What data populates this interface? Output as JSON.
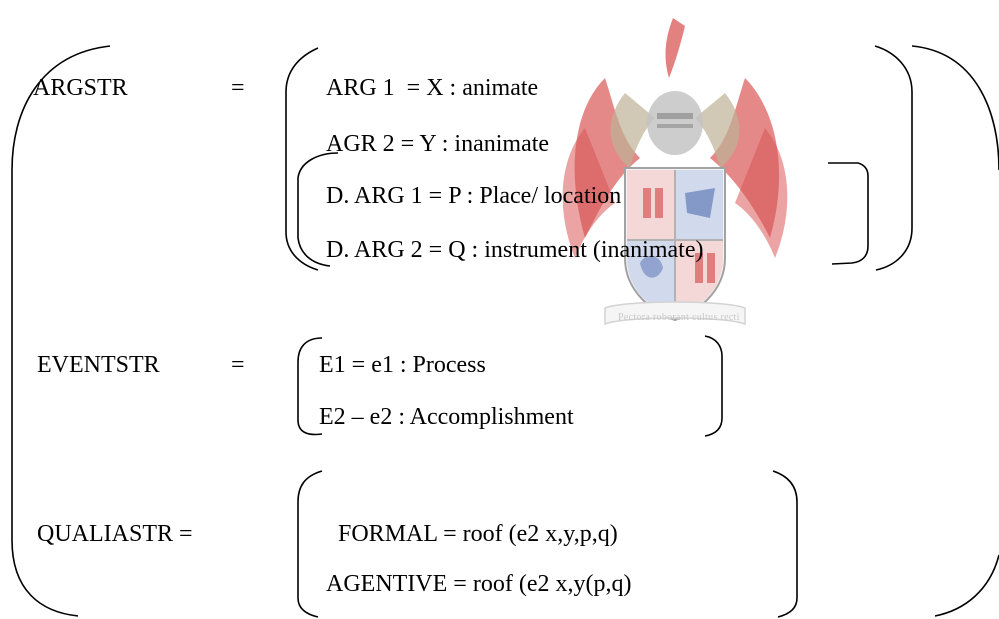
{
  "watermark": {
    "icon": "university-crest-icon",
    "motto": "Pectora roborant cultus recti",
    "colors": {
      "red": "#d64545",
      "blue": "#3f5ea8",
      "tan": "#b7ab8a",
      "gray": "#aaaaaa"
    }
  },
  "argstr": {
    "label": "ARGSTR",
    "equals": "=",
    "arg1": "ARG 1  = X : animate",
    "arg2": "AGR 2 = Y : inanimate",
    "darg1": "D. ARG 1 = P : Place/ location",
    "darg2": "D. ARG 2 = Q : instrument (inanimate)"
  },
  "eventstr": {
    "label": "EVENTSTR",
    "equals": "=",
    "e1": "E1 = e1 : Process",
    "e2": "E2 – e2 : Accomplishment"
  },
  "qualiastr": {
    "label": "QUALIASTR =",
    "formal": "FORMAL = roof (e2 x,y,p,q)",
    "agentive": "AGENTIVE = roof (e2 x,y(p,q)"
  }
}
